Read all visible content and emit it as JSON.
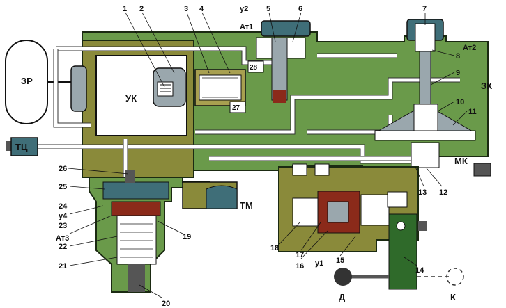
{
  "colors": {
    "body_green": "#6a9a4a",
    "body_olive": "#8a8a3a",
    "valve_teal": "#3f6e78",
    "rubber_red": "#8b2a1a",
    "spring_white": "#ffffff",
    "steel_gray": "#9aa7ad"
  },
  "labels": {
    "zr": "ЗР",
    "uk": "УК",
    "tc": "ТЦ",
    "tm": "ТМ",
    "zk": "ЗК",
    "mk": "МК",
    "at1": "Ат1",
    "at2": "Ат2",
    "at3": "Ат3",
    "u1": "у1",
    "u2": "у2",
    "u4": "у4",
    "d": "Д",
    "k": "К",
    "box27": "27",
    "box28": "28"
  },
  "numbers": [
    "1",
    "2",
    "3",
    "4",
    "5",
    "6",
    "7",
    "8",
    "9",
    "10",
    "11",
    "12",
    "13",
    "14",
    "15",
    "16",
    "17",
    "18",
    "19",
    "20",
    "21",
    "22",
    "23",
    "24",
    "25",
    "26"
  ]
}
